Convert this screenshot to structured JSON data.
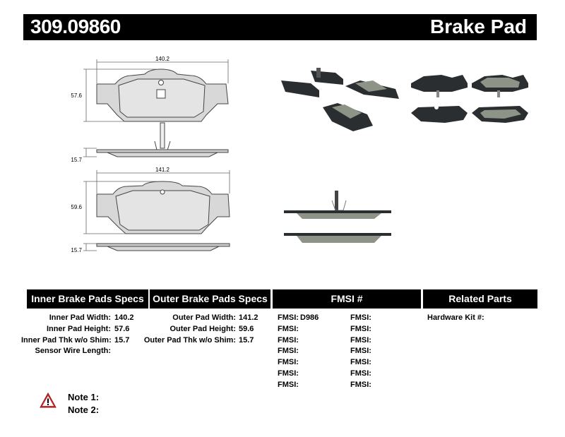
{
  "header": {
    "part_number": "309.09860",
    "product_type": "Brake Pad"
  },
  "drawing": {
    "inner_width_dim": "140.2",
    "inner_height_dim": "57.6",
    "inner_thickness_dim": "15.7",
    "outer_width_dim": "141.2",
    "outer_height_dim": "59.6",
    "outer_thickness_dim": "15.7"
  },
  "specs": {
    "inner_title": "Inner Brake Pads Specs",
    "outer_title": "Outer Brake Pads Specs",
    "fmsi_title": "FMSI #",
    "related_title": "Related Parts",
    "inner_rows": [
      {
        "label": "Inner Pad Width:",
        "value": "140.2"
      },
      {
        "label": "Inner Pad Height:",
        "value": "57.6"
      },
      {
        "label": "Inner Pad Thk w/o Shim:",
        "value": "15.7"
      },
      {
        "label": "Sensor Wire Length:",
        "value": ""
      }
    ],
    "outer_rows": [
      {
        "label": "Outer Pad Width:",
        "value": "141.2"
      },
      {
        "label": "Outer Pad Height:",
        "value": "59.6"
      },
      {
        "label": "Outer Pad Thk w/o Shim:",
        "value": "15.7"
      }
    ],
    "fmsi_label": "FMSI:",
    "fmsi_col1_values": [
      "D986",
      "",
      "",
      "",
      "",
      "",
      ""
    ],
    "fmsi_col2_values": [
      "",
      "",
      "",
      "",
      "",
      "",
      ""
    ],
    "related_rows": [
      {
        "label": "Hardware Kit #:",
        "value": ""
      }
    ]
  },
  "notes": {
    "note1_label": "Note 1:",
    "note2_label": "Note 2:",
    "warning_icon": "warning-triangle-icon"
  },
  "colors": {
    "header_bg": "#000000",
    "header_text": "#ffffff",
    "pad_fill": "#d8d8d8",
    "pad_outline": "#444444",
    "photo_pad_dark": "#2b2e30",
    "photo_pad_friction": "#8e9388",
    "warning_red": "#d62b2b"
  }
}
